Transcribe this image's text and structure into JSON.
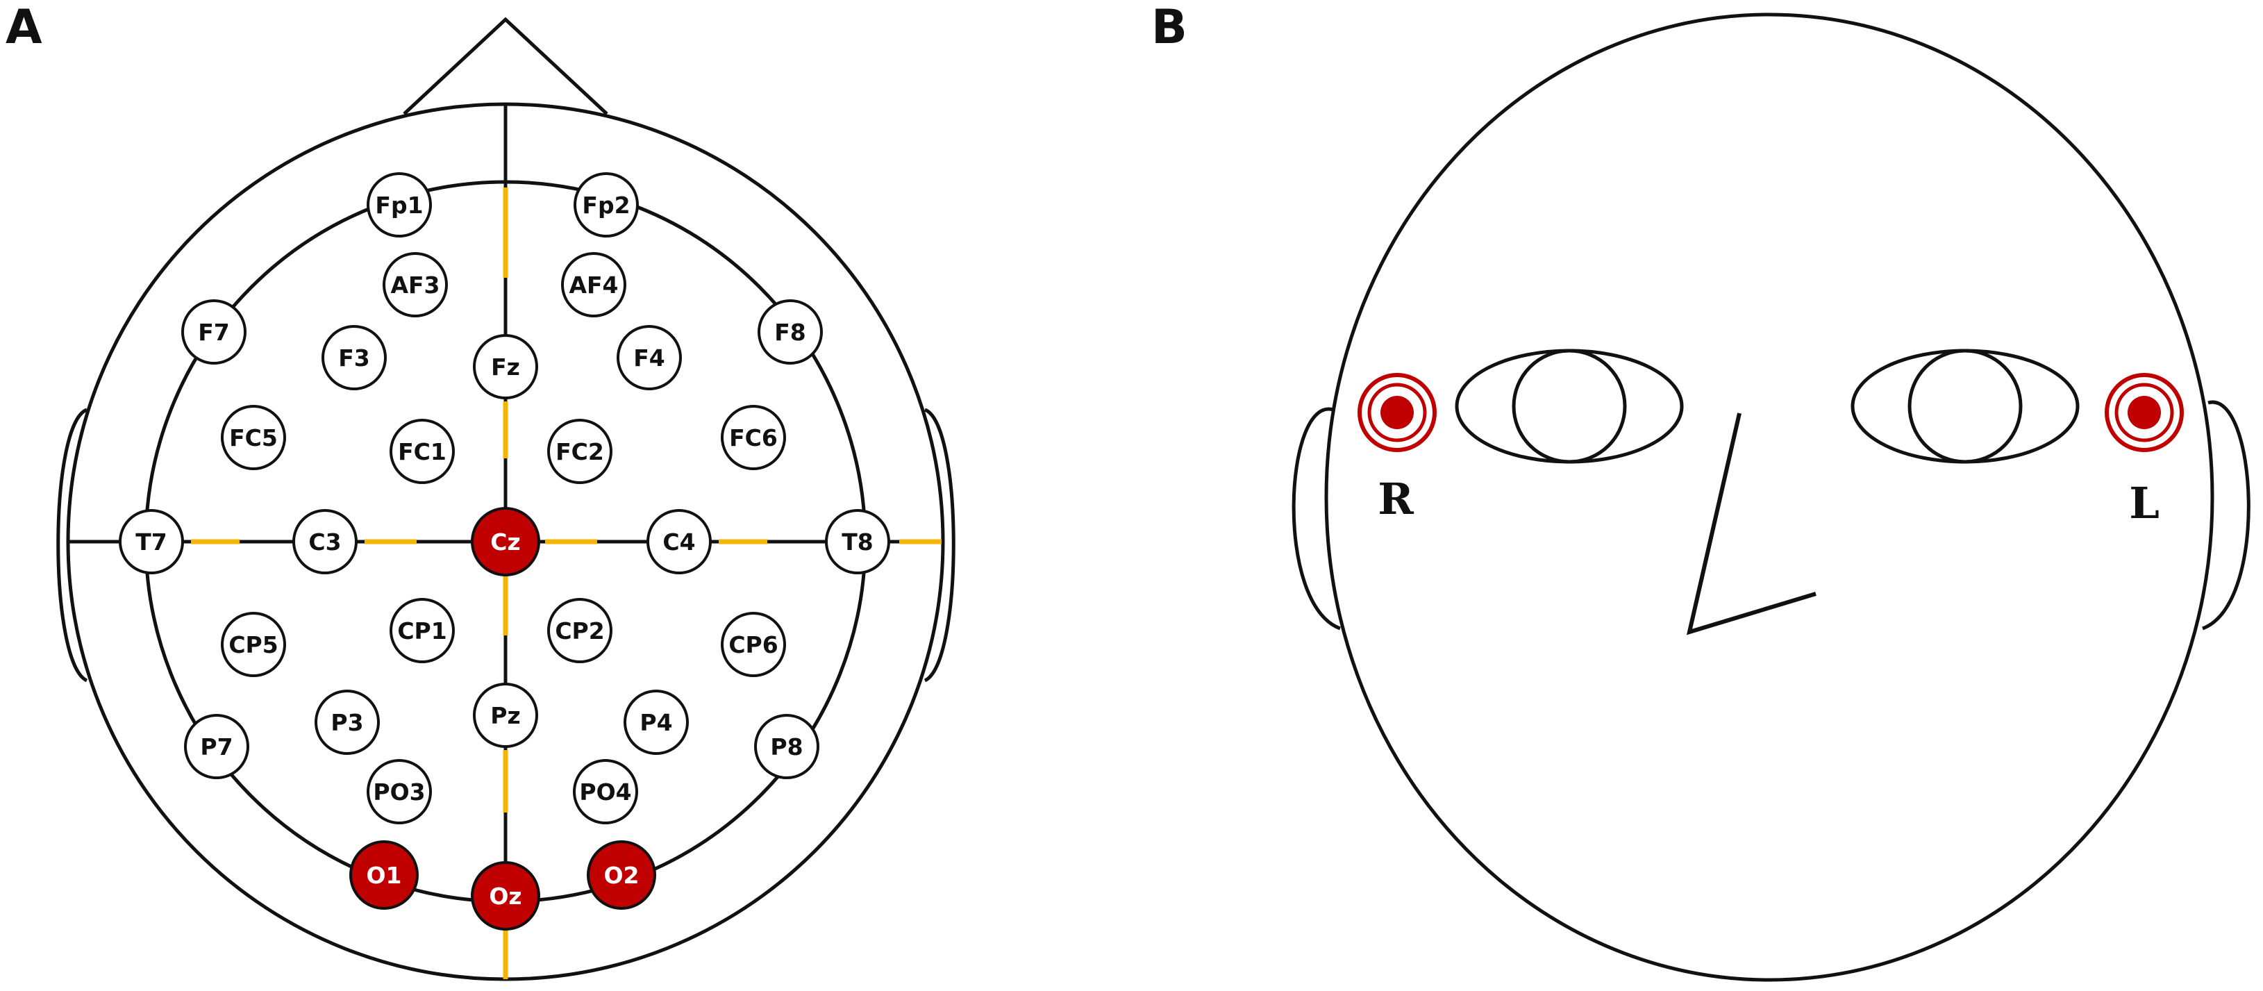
{
  "panels": [
    {
      "label": "A"
    },
    {
      "label": "B"
    }
  ],
  "colors": {
    "outline": "#111111",
    "active_electrode": "#c00000",
    "midline_highlight": "#f5b400",
    "background": "#ffffff"
  },
  "electrodes": [
    {
      "id": "Fp1",
      "active": false
    },
    {
      "id": "Fp2",
      "active": false
    },
    {
      "id": "AF3",
      "active": false
    },
    {
      "id": "AF4",
      "active": false
    },
    {
      "id": "F7",
      "active": false
    },
    {
      "id": "F3",
      "active": false
    },
    {
      "id": "Fz",
      "active": false
    },
    {
      "id": "F4",
      "active": false
    },
    {
      "id": "F8",
      "active": false
    },
    {
      "id": "FC5",
      "active": false
    },
    {
      "id": "FC1",
      "active": false
    },
    {
      "id": "FC2",
      "active": false
    },
    {
      "id": "FC6",
      "active": false
    },
    {
      "id": "T7",
      "active": false
    },
    {
      "id": "C3",
      "active": false
    },
    {
      "id": "Cz",
      "active": true
    },
    {
      "id": "C4",
      "active": false
    },
    {
      "id": "T8",
      "active": false
    },
    {
      "id": "CP5",
      "active": false
    },
    {
      "id": "CP1",
      "active": false
    },
    {
      "id": "CP2",
      "active": false
    },
    {
      "id": "CP6",
      "active": false
    },
    {
      "id": "P7",
      "active": false
    },
    {
      "id": "P3",
      "active": false
    },
    {
      "id": "Pz",
      "active": false
    },
    {
      "id": "P4",
      "active": false
    },
    {
      "id": "P8",
      "active": false
    },
    {
      "id": "PO3",
      "active": false
    },
    {
      "id": "PO4",
      "active": false
    },
    {
      "id": "O1",
      "active": true
    },
    {
      "id": "Oz",
      "active": true
    },
    {
      "id": "O2",
      "active": true
    }
  ],
  "face": {
    "right_label": "R",
    "left_label": "L"
  }
}
